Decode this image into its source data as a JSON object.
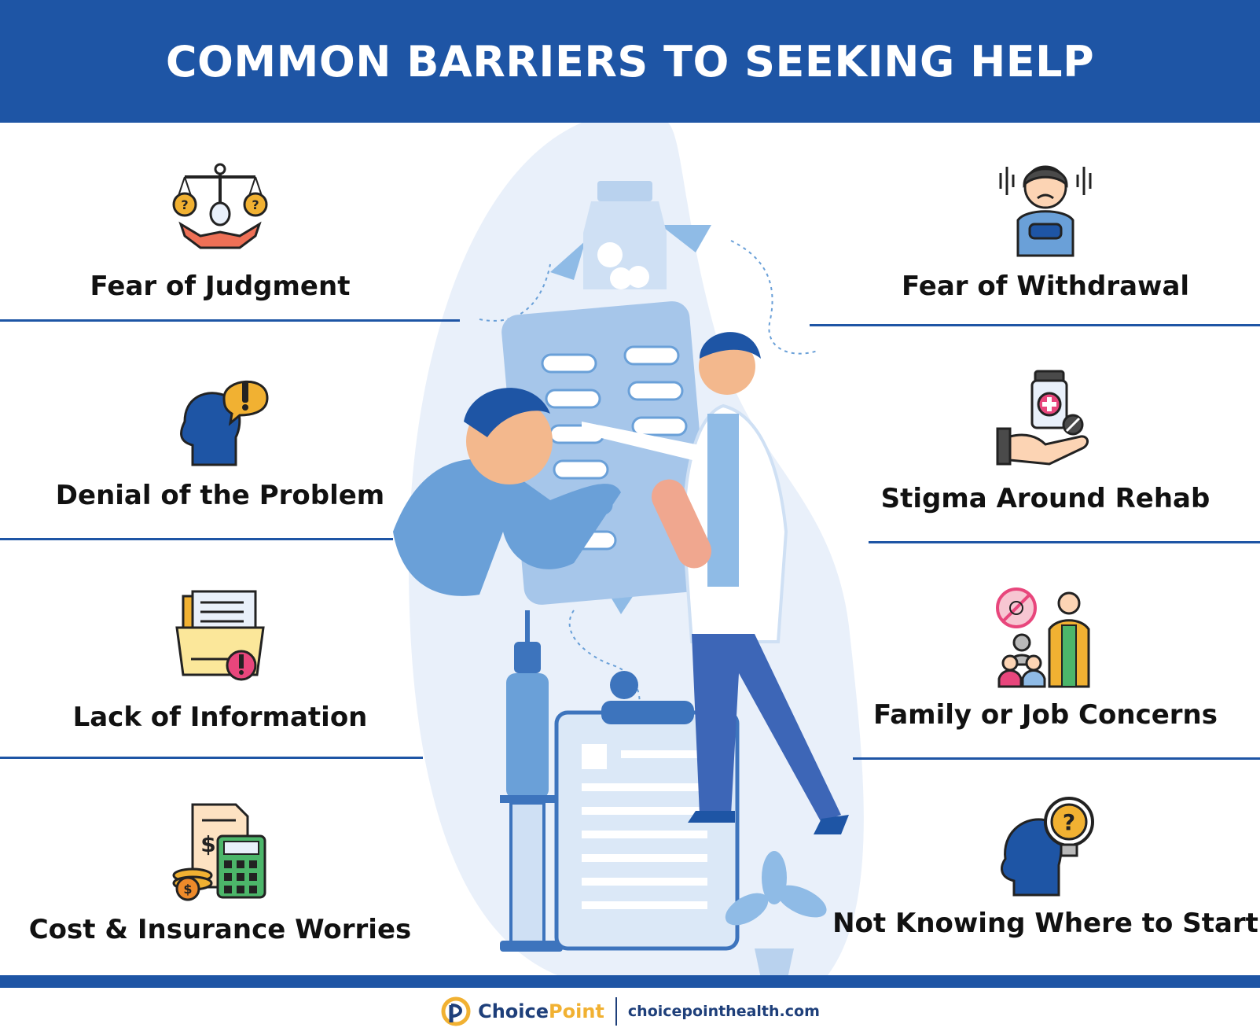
{
  "title": "COMMON BARRIERS TO SEEKING HELP",
  "left_items": [
    {
      "label": "Fear of Judgment",
      "icon": "scales-question-icon"
    },
    {
      "label": "Denial of the Problem",
      "icon": "head-exclamation-icon"
    },
    {
      "label": "Lack of Information",
      "icon": "folder-alert-icon"
    },
    {
      "label": "Cost & Insurance Worries",
      "icon": "bill-calculator-coins-icon"
    }
  ],
  "right_items": [
    {
      "label": "Fear of Withdrawal",
      "icon": "distressed-person-icon"
    },
    {
      "label": "Stigma Around Rehab",
      "icon": "hand-medicine-icon"
    },
    {
      "label": "Family or Job Concerns",
      "icon": "family-no-drugs-icon"
    },
    {
      "label": "Not Knowing Where to Start",
      "icon": "head-lightbulb-question-icon"
    }
  ],
  "footer": {
    "brand_choice": "Choice",
    "brand_point": "Point",
    "website": "choicepointhealth.com"
  },
  "colors": {
    "header_blue": "#1e55a5",
    "accent_yellow": "#f1b132",
    "light_blue": "#6aa0d8",
    "pale_blue": "#e9f0fa"
  }
}
